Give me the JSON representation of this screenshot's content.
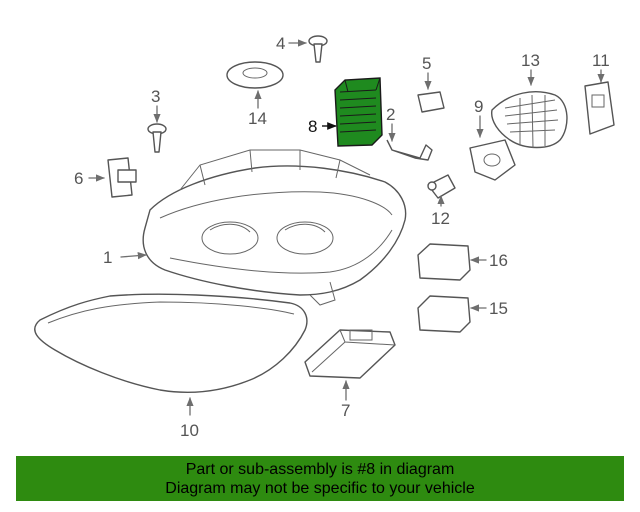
{
  "diagram": {
    "highlighted_part": "8",
    "callouts": [
      "1",
      "2",
      "3",
      "4",
      "5",
      "6",
      "7",
      "8",
      "9",
      "10",
      "11",
      "12",
      "13",
      "14",
      "15",
      "16"
    ]
  },
  "banner": {
    "line1": "Part or sub-assembly is #8 in diagram",
    "line2": "Diagram may not be specific to your vehicle"
  },
  "colors": {
    "banner": "#2e8b10",
    "highlight": "#1f8a1f",
    "line": "#6e6e6e"
  }
}
